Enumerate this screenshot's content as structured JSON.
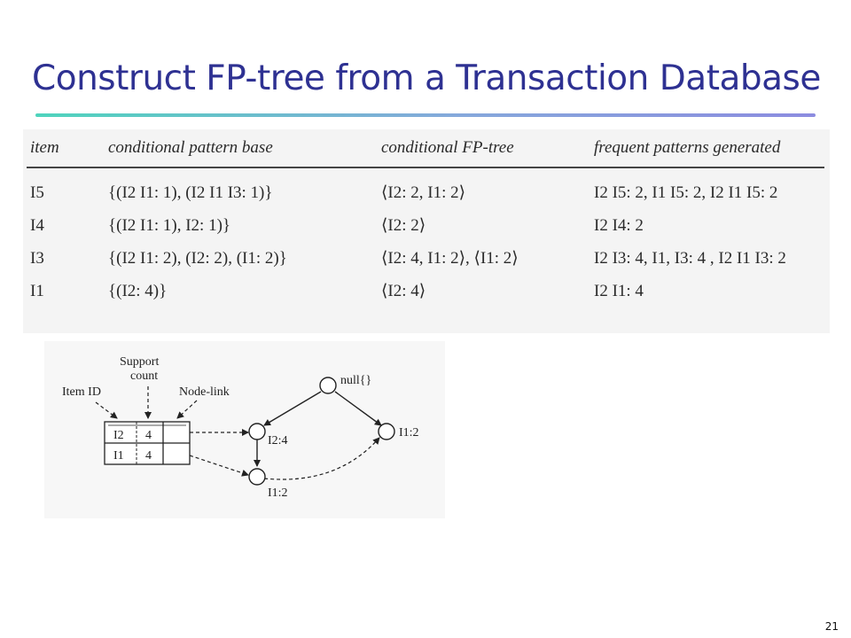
{
  "slide": {
    "title": "Construct FP-tree from a Transaction Database",
    "page_number": "21"
  },
  "table": {
    "headers": [
      "item",
      "conditional pattern base",
      "conditional FP-tree",
      "frequent patterns generated"
    ],
    "rows": [
      [
        "I5",
        "{(I2 I1: 1), (I2 I1 I3: 1)}",
        "⟨I2: 2, I1: 2⟩",
        "I2 I5: 2, I1 I5: 2, I2 I1 I5: 2"
      ],
      [
        "I4",
        "{(I2 I1: 1), I2: 1)}",
        "⟨I2: 2⟩",
        "I2 I4: 2"
      ],
      [
        "I3",
        "{(I2 I1: 2), (I2: 2), (I1: 2)}",
        "⟨I2: 4, I1: 2⟩, ⟨I1: 2⟩",
        "I2 I3: 4, I1, I3: 4 , I2 I1 I3: 2"
      ],
      [
        "I1",
        "{(I2: 4)}",
        "⟨I2: 4⟩",
        "I2 I1: 4"
      ]
    ]
  },
  "diagram": {
    "labels": {
      "support_count_line1": "Support",
      "support_count_line2": "count",
      "item_id": "Item ID",
      "node_link": "Node-link"
    },
    "header_table": [
      {
        "item": "I2",
        "count": "4"
      },
      {
        "item": "I1",
        "count": "4"
      }
    ],
    "nodes": {
      "root": "null{}",
      "i2": "I2:4",
      "i1_right": "I1:2",
      "i1_child": "I1:2"
    }
  }
}
